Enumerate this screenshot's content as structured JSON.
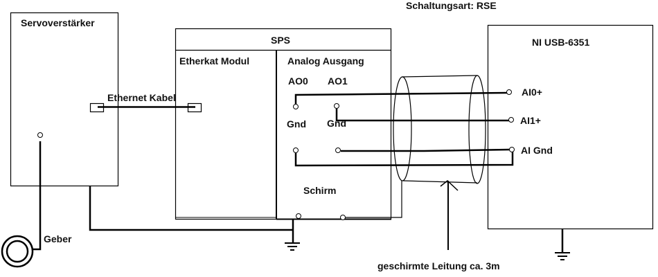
{
  "title": "Schaltungsart: RSE",
  "servo": {
    "label": "Servoverstärker"
  },
  "encoder": {
    "label": "Geber"
  },
  "ethernet": {
    "label": "Ethernet Kabel"
  },
  "sps": {
    "label": "SPS",
    "ethercat_module": "Etherkat Modul",
    "analog_output": "Analog Ausgang",
    "ao0": "AO0",
    "ao1": "AO1",
    "gnd1": "Gnd",
    "gnd2": "Gnd",
    "shield": "Schirm"
  },
  "daq": {
    "label": "NI USB-6351",
    "ai0": "AI0+",
    "ai1": "AI1+",
    "aignd": "AI Gnd"
  },
  "cable": {
    "label": "geschirmte Leitung ca. 3m"
  }
}
